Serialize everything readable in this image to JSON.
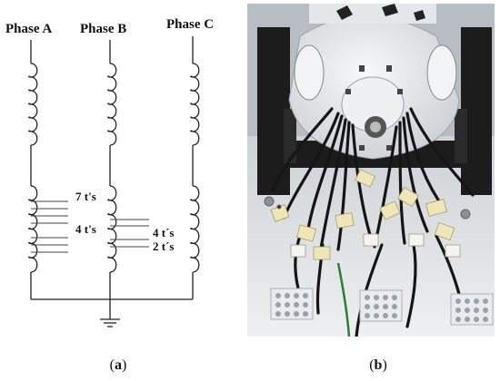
{
  "schematic": {
    "phases": [
      {
        "label": "Phase A"
      },
      {
        "label": "Phase B"
      },
      {
        "label": "Phase C"
      }
    ],
    "taps": {
      "phase_a_upper": "7 t's",
      "phase_a_lower": "4 t's",
      "phase_b_upper": "4 t´s",
      "phase_b_lower": "2 t´s"
    }
  },
  "captions": {
    "a_open": "(",
    "a_letter": "a",
    "a_close": ")",
    "b_open": "(",
    "b_letter": "b",
    "b_close": ")"
  },
  "photo": {
    "subject": "motor stator with tapped winding leads and terminal blocks",
    "colors": {
      "motor_white": "#eceff1",
      "frame_black": "#1c1c1c",
      "board": "#dfe3e5",
      "cable": "#151515",
      "connector": "#efe6b8",
      "ground_wire": "#2e7d32"
    }
  }
}
